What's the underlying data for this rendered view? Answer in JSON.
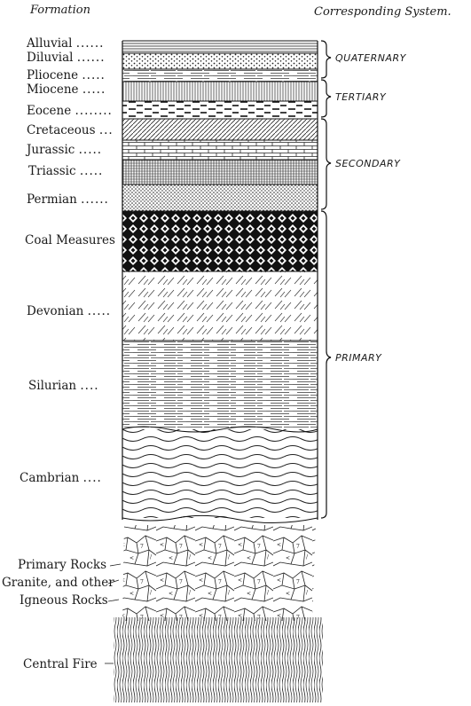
{
  "headers": {
    "formation": "Formation",
    "system": "Corresponding System."
  },
  "formations": [
    {
      "label": "Alluvial",
      "dots": "......"
    },
    {
      "label": "Diluvial",
      "dots": "......"
    },
    {
      "label": "Pliocene",
      "dots": "....."
    },
    {
      "label": "Miocene",
      "dots": "....."
    },
    {
      "label": "Eocene",
      "dots": "........"
    },
    {
      "label": "Cretaceous",
      "dots": "..."
    },
    {
      "label": "Jurassic",
      "dots": "....."
    },
    {
      "label": "Triassic",
      "dots": "....."
    },
    {
      "label": "Permian",
      "dots": "......"
    },
    {
      "label": "Coal Measures",
      "dots": ""
    },
    {
      "label": "Devonian",
      "dots": "....."
    },
    {
      "label": "Silurian",
      "dots": "...."
    },
    {
      "label": "Cambrian",
      "dots": "...."
    },
    {
      "label": "Primary Rocks",
      "dots": ""
    },
    {
      "label": "Granite, and other",
      "dots": ""
    },
    {
      "label": "Igneous Rocks",
      "dots": ""
    },
    {
      "label": "Central Fire",
      "dots": ""
    }
  ],
  "systems": [
    {
      "label": "QUATERNARY"
    },
    {
      "label": "TERTIARY"
    },
    {
      "label": "SECONDARY"
    },
    {
      "label": "PRIMARY"
    }
  ]
}
